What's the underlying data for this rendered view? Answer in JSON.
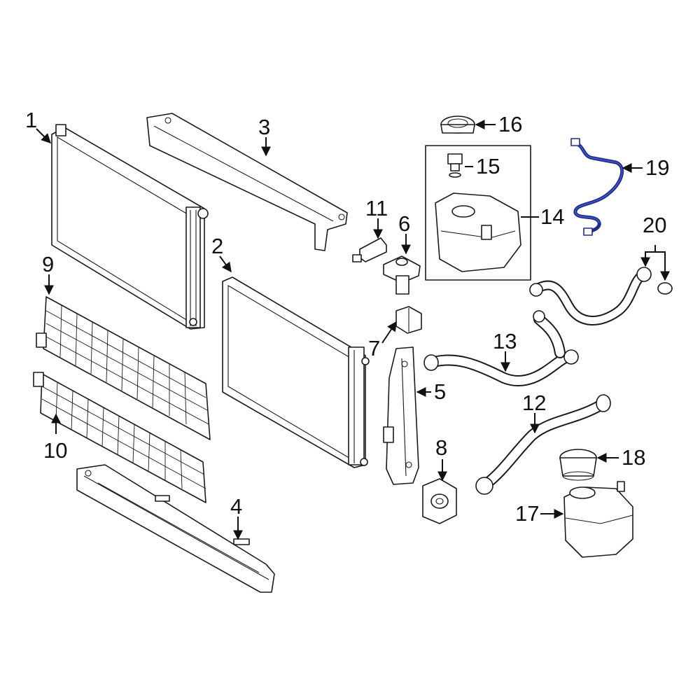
{
  "callouts": {
    "c1": "1",
    "c2": "2",
    "c3": "3",
    "c4": "4",
    "c5": "5",
    "c6": "6",
    "c7": "7",
    "c8": "8",
    "c9": "9",
    "c10": "10",
    "c11": "11",
    "c12": "12",
    "c13": "13",
    "c14": "14",
    "c15": "15",
    "c16": "16",
    "c17": "17",
    "c18": "18",
    "c19": "19",
    "c20": "20"
  },
  "colors": {
    "linework": "#1a1a1a",
    "highlight": "#1f2d8a",
    "background": "#ffffff"
  },
  "highlighted_part": "19"
}
